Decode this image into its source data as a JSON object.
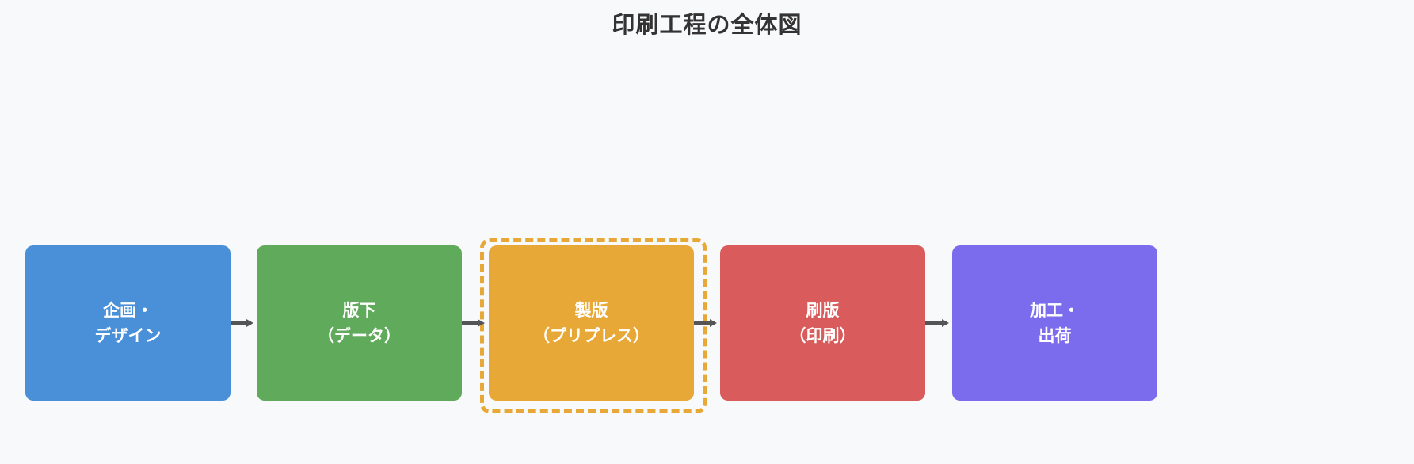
{
  "title": "印刷工程の全体図",
  "steps": [
    {
      "label": "企画・\nデザイン",
      "color": "#4a90d9"
    },
    {
      "label": "版下\n（データ）",
      "color": "#5faa5b"
    },
    {
      "label": "製版\n（プリプレス）",
      "color": "#e8a838",
      "highlighted": true
    },
    {
      "label": "刷版\n（印刷）",
      "color": "#d95b5b"
    },
    {
      "label": "加工・\n出荷",
      "color": "#7b6cee"
    }
  ],
  "colors": {
    "background": "#f8f9fb",
    "arrow": "#555555",
    "highlight_border": "#e8a838"
  }
}
